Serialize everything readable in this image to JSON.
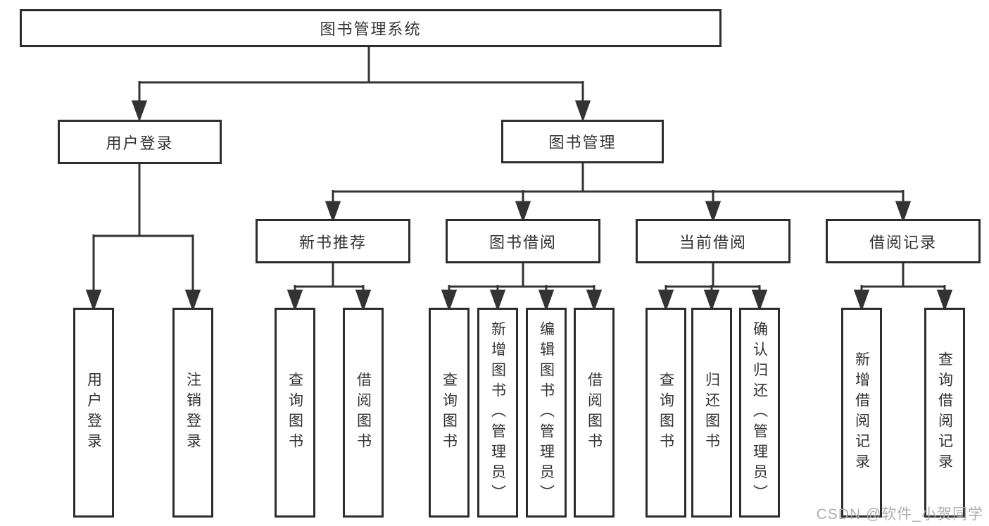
{
  "tree": {
    "root": "图书管理系统",
    "level2": [
      {
        "label": "用户登录",
        "children": [
          "用户登录",
          "注销登录"
        ]
      },
      {
        "label": "图书管理"
      }
    ],
    "modules": [
      {
        "label": "新书推荐",
        "children": [
          "查询图书",
          "借阅图书"
        ]
      },
      {
        "label": "图书借阅",
        "children": [
          "查询图书",
          "新增图书（管理员）",
          "编辑图书（管理员）",
          "借阅图书"
        ]
      },
      {
        "label": "当前借阅",
        "children": [
          "查询图书",
          "归还图书",
          "确认归还（管理员）"
        ]
      },
      {
        "label": "借阅记录",
        "children": [
          "新增借阅记录",
          "查询借阅记录"
        ]
      }
    ]
  },
  "watermark": "CSDN @软件_小贺同学",
  "colors": {
    "line": "#333333",
    "box_border": "#2d2d2d",
    "box_fill": "#ffffff",
    "text": "#333333",
    "watermark": "#a6a6a6"
  }
}
